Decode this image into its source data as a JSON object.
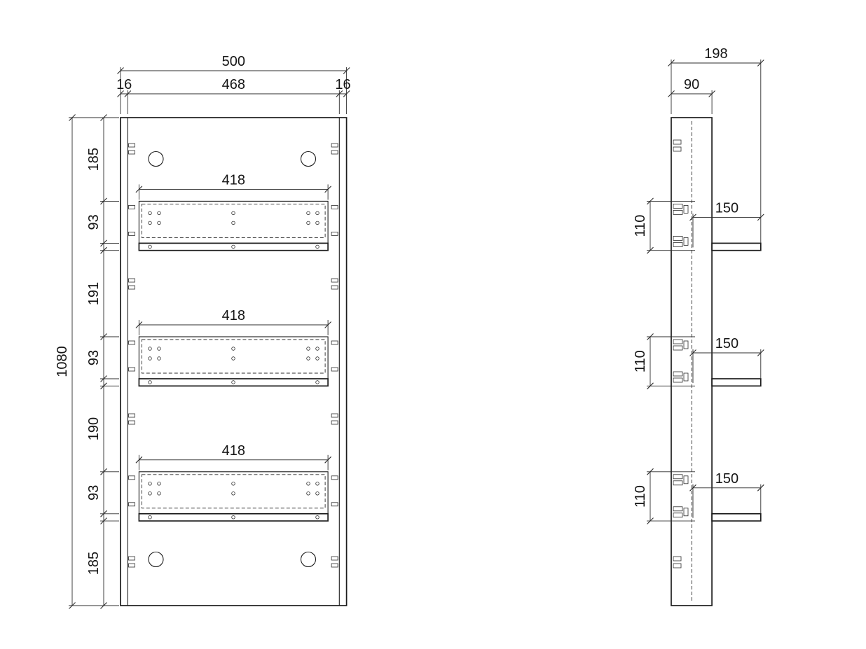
{
  "colors": {
    "line": "#1c1c1c",
    "background": "#ffffff"
  },
  "front_view": {
    "overall_width": "500",
    "inner_width": "468",
    "left_panel_thickness": "16",
    "right_panel_thickness": "16",
    "overall_height": "1080",
    "shelf_widths": [
      "418",
      "418",
      "418"
    ],
    "height_chain": [
      "185",
      "93",
      "191",
      "93",
      "190",
      "93",
      "185"
    ]
  },
  "side_view": {
    "overall_depth": "198",
    "panel_depth": "90",
    "shelf_depths": [
      "150",
      "150",
      "150"
    ],
    "shelf_heights": [
      "110",
      "110",
      "110"
    ]
  }
}
